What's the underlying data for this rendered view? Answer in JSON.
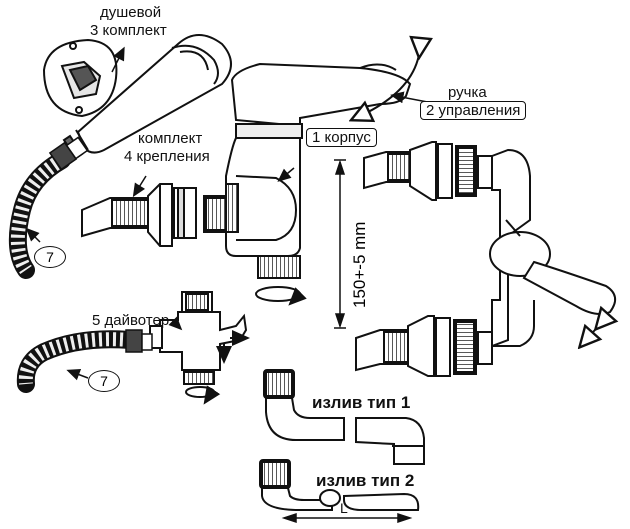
{
  "labels": {
    "shower_set_line1": "душевой",
    "shower_set_line2": "3 комплект",
    "mount_set_line1": "комплект",
    "mount_set_line2": "4 крепления",
    "body": "1 корпус",
    "handle_line1": "ручка",
    "handle_line2": "2  управления",
    "diverter": "5 дайвотер",
    "callout_hose_top": "7",
    "callout_hose_bottom": "7",
    "dimension": "150+-5 mm",
    "spout_type1": "излив тип 1",
    "spout_type2": "излив тип 2",
    "length_symbol": "L"
  },
  "colors": {
    "line": "#111111",
    "fill_light": "#f2f2f2",
    "fill_mid": "#c8c8c8",
    "fill_dark": "#555555"
  }
}
